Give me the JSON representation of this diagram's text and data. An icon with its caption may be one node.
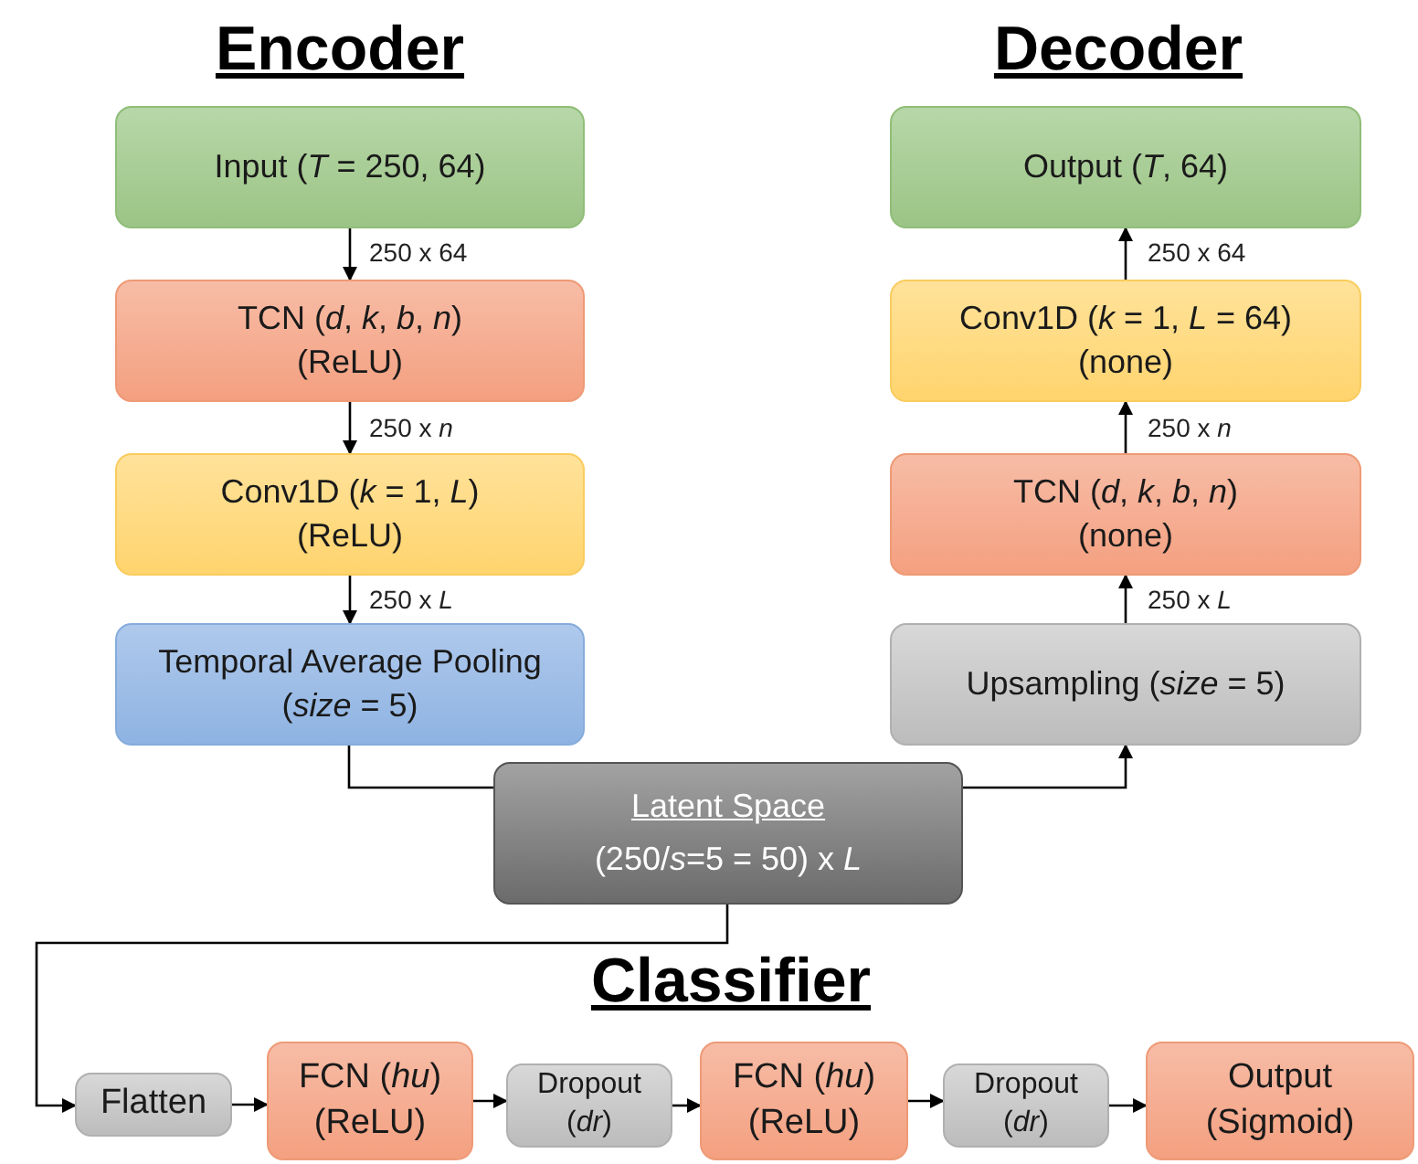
{
  "diagram": {
    "nodes": [
      {
        "text": [
          "Input (*T* = 250, 64)"
        ]
      },
      {
        "text": [
          "TCN (*d*, *k*, *b*, *n*)",
          "(ReLU)"
        ]
      },
      {
        "text": [
          "Conv1D (*k* = 1, *L*)",
          "(ReLU)"
        ]
      },
      {
        "text": [
          "Temporal Average Pooling",
          "(*size* = 5)"
        ]
      },
      {
        "text": [
          "Latent Space",
          "(250/*s*=5 = 50) x *L*"
        ]
      },
      {
        "text": [
          "Upsampling (*size*  = 5)"
        ]
      },
      {
        "text": [
          "TCN (*d*, *k*, *b*, *n*)",
          "(none)"
        ]
      },
      {
        "text": [
          "Conv1D (*k* = 1, *L* = 64)",
          "(none)"
        ]
      },
      {
        "text": [
          "Output (*T*, 64)"
        ]
      },
      {
        "text": [
          "Flatten"
        ]
      },
      {
        "text": [
          "FCN (*hu*)",
          "(ReLU)"
        ]
      },
      {
        "text": [
          "Dropout",
          "(*dr*)"
        ]
      },
      {
        "text": [
          "FCN (*hu*)",
          "(ReLU)"
        ]
      },
      {
        "text": [
          "Dropout",
          "(*dr*)"
        ]
      },
      {
        "text": [
          "Output",
          "(Sigmoid)"
        ]
      }
    ],
    "edges": [
      {
        "from": 0,
        "to": 1,
        "arrow": "to",
        "label": "250 x 64"
      },
      {
        "from": 1,
        "to": 2,
        "arrow": "to",
        "label": "250 x *n*"
      },
      {
        "from": 2,
        "to": 3,
        "arrow": "to",
        "label": "250 x *L*"
      },
      {
        "from": 3,
        "to": 4,
        "arrow": "none"
      },
      {
        "from": 4,
        "to": 5,
        "arrow": "to"
      },
      {
        "from": 5,
        "to": 6,
        "arrow": "to",
        "label": "250 x *L*"
      },
      {
        "from": 6,
        "to": 7,
        "arrow": "to",
        "label": "250 x *n*"
      },
      {
        "from": 7,
        "to": 8,
        "arrow": "to",
        "label": "250 x 64"
      },
      {
        "from": 4,
        "to": 9,
        "arrow": "to"
      },
      {
        "from": 9,
        "to": 10,
        "arrow": "to"
      },
      {
        "from": 10,
        "to": 11,
        "arrow": "to"
      },
      {
        "from": 11,
        "to": 12,
        "arrow": "to"
      },
      {
        "from": 12,
        "to": 13,
        "arrow": "to"
      },
      {
        "from": 13,
        "to": 14,
        "arrow": "to"
      }
    ],
    "labels": [
      "Encoder",
      "Decoder",
      "Classifier"
    ]
  }
}
